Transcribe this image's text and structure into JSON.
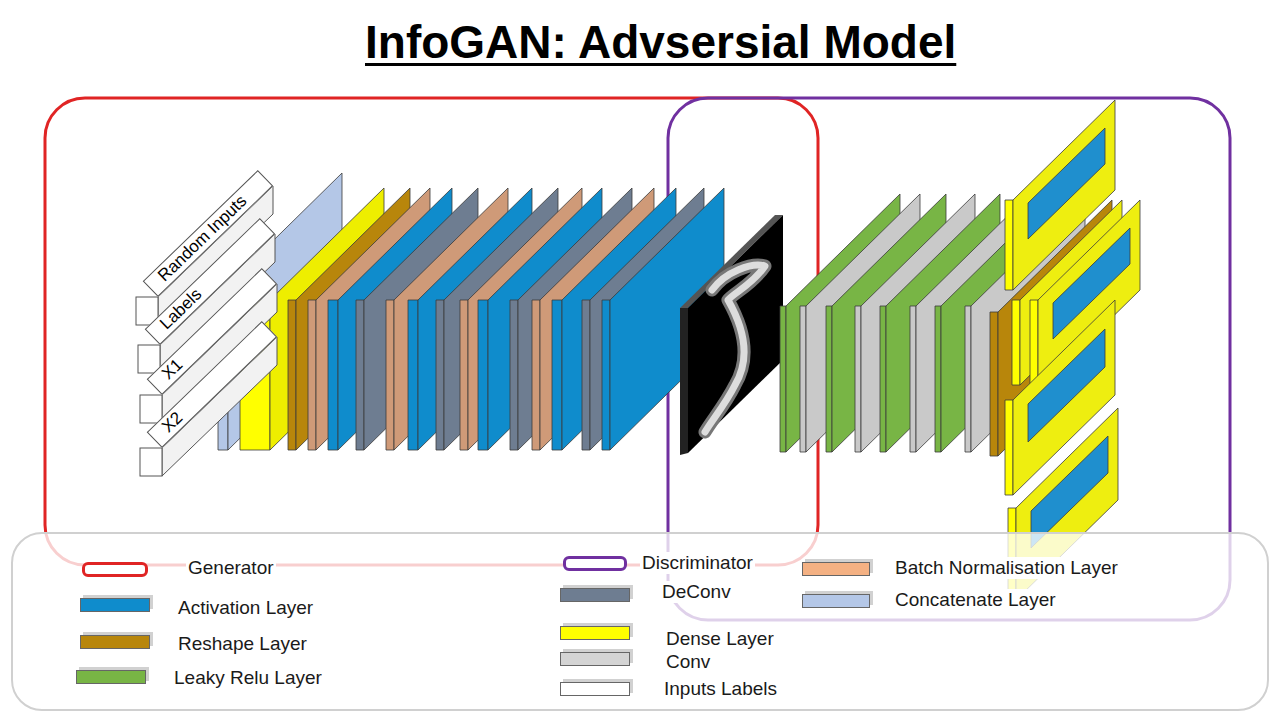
{
  "diagram": {
    "title": "InfoGAN: Advsersial Model",
    "nodes": [
      {
        "text": [
          "Random Inputs"
        ]
      },
      {
        "text": [
          "Labels"
        ]
      },
      {
        "text": [
          "X1"
        ]
      },
      {
        "text": [
          "X2"
        ]
      }
    ],
    "legend": [
      {
        "text": "Generator"
      },
      {
        "text": "Activation Layer",
        "color": "#0f8ccc"
      },
      {
        "text": "Reshape Layer",
        "color": "#b8860b"
      },
      {
        "text": "Leaky Relu Layer",
        "color": "#78b545"
      },
      {
        "text": "Discriminator"
      },
      {
        "text": "DeConv",
        "color": "#6e7d91"
      },
      {
        "text": "Dense Layer",
        "color": "#ffff00"
      },
      {
        "text": "Conv",
        "color": "#d4d4d4"
      },
      {
        "text": "Inputs Labels",
        "color": "#ffffff"
      },
      {
        "text": "Batch Normalisation Layer",
        "color": "#f4b183"
      },
      {
        "text": "Concatenate Layer",
        "color": "#b4c7e7"
      }
    ]
  }
}
